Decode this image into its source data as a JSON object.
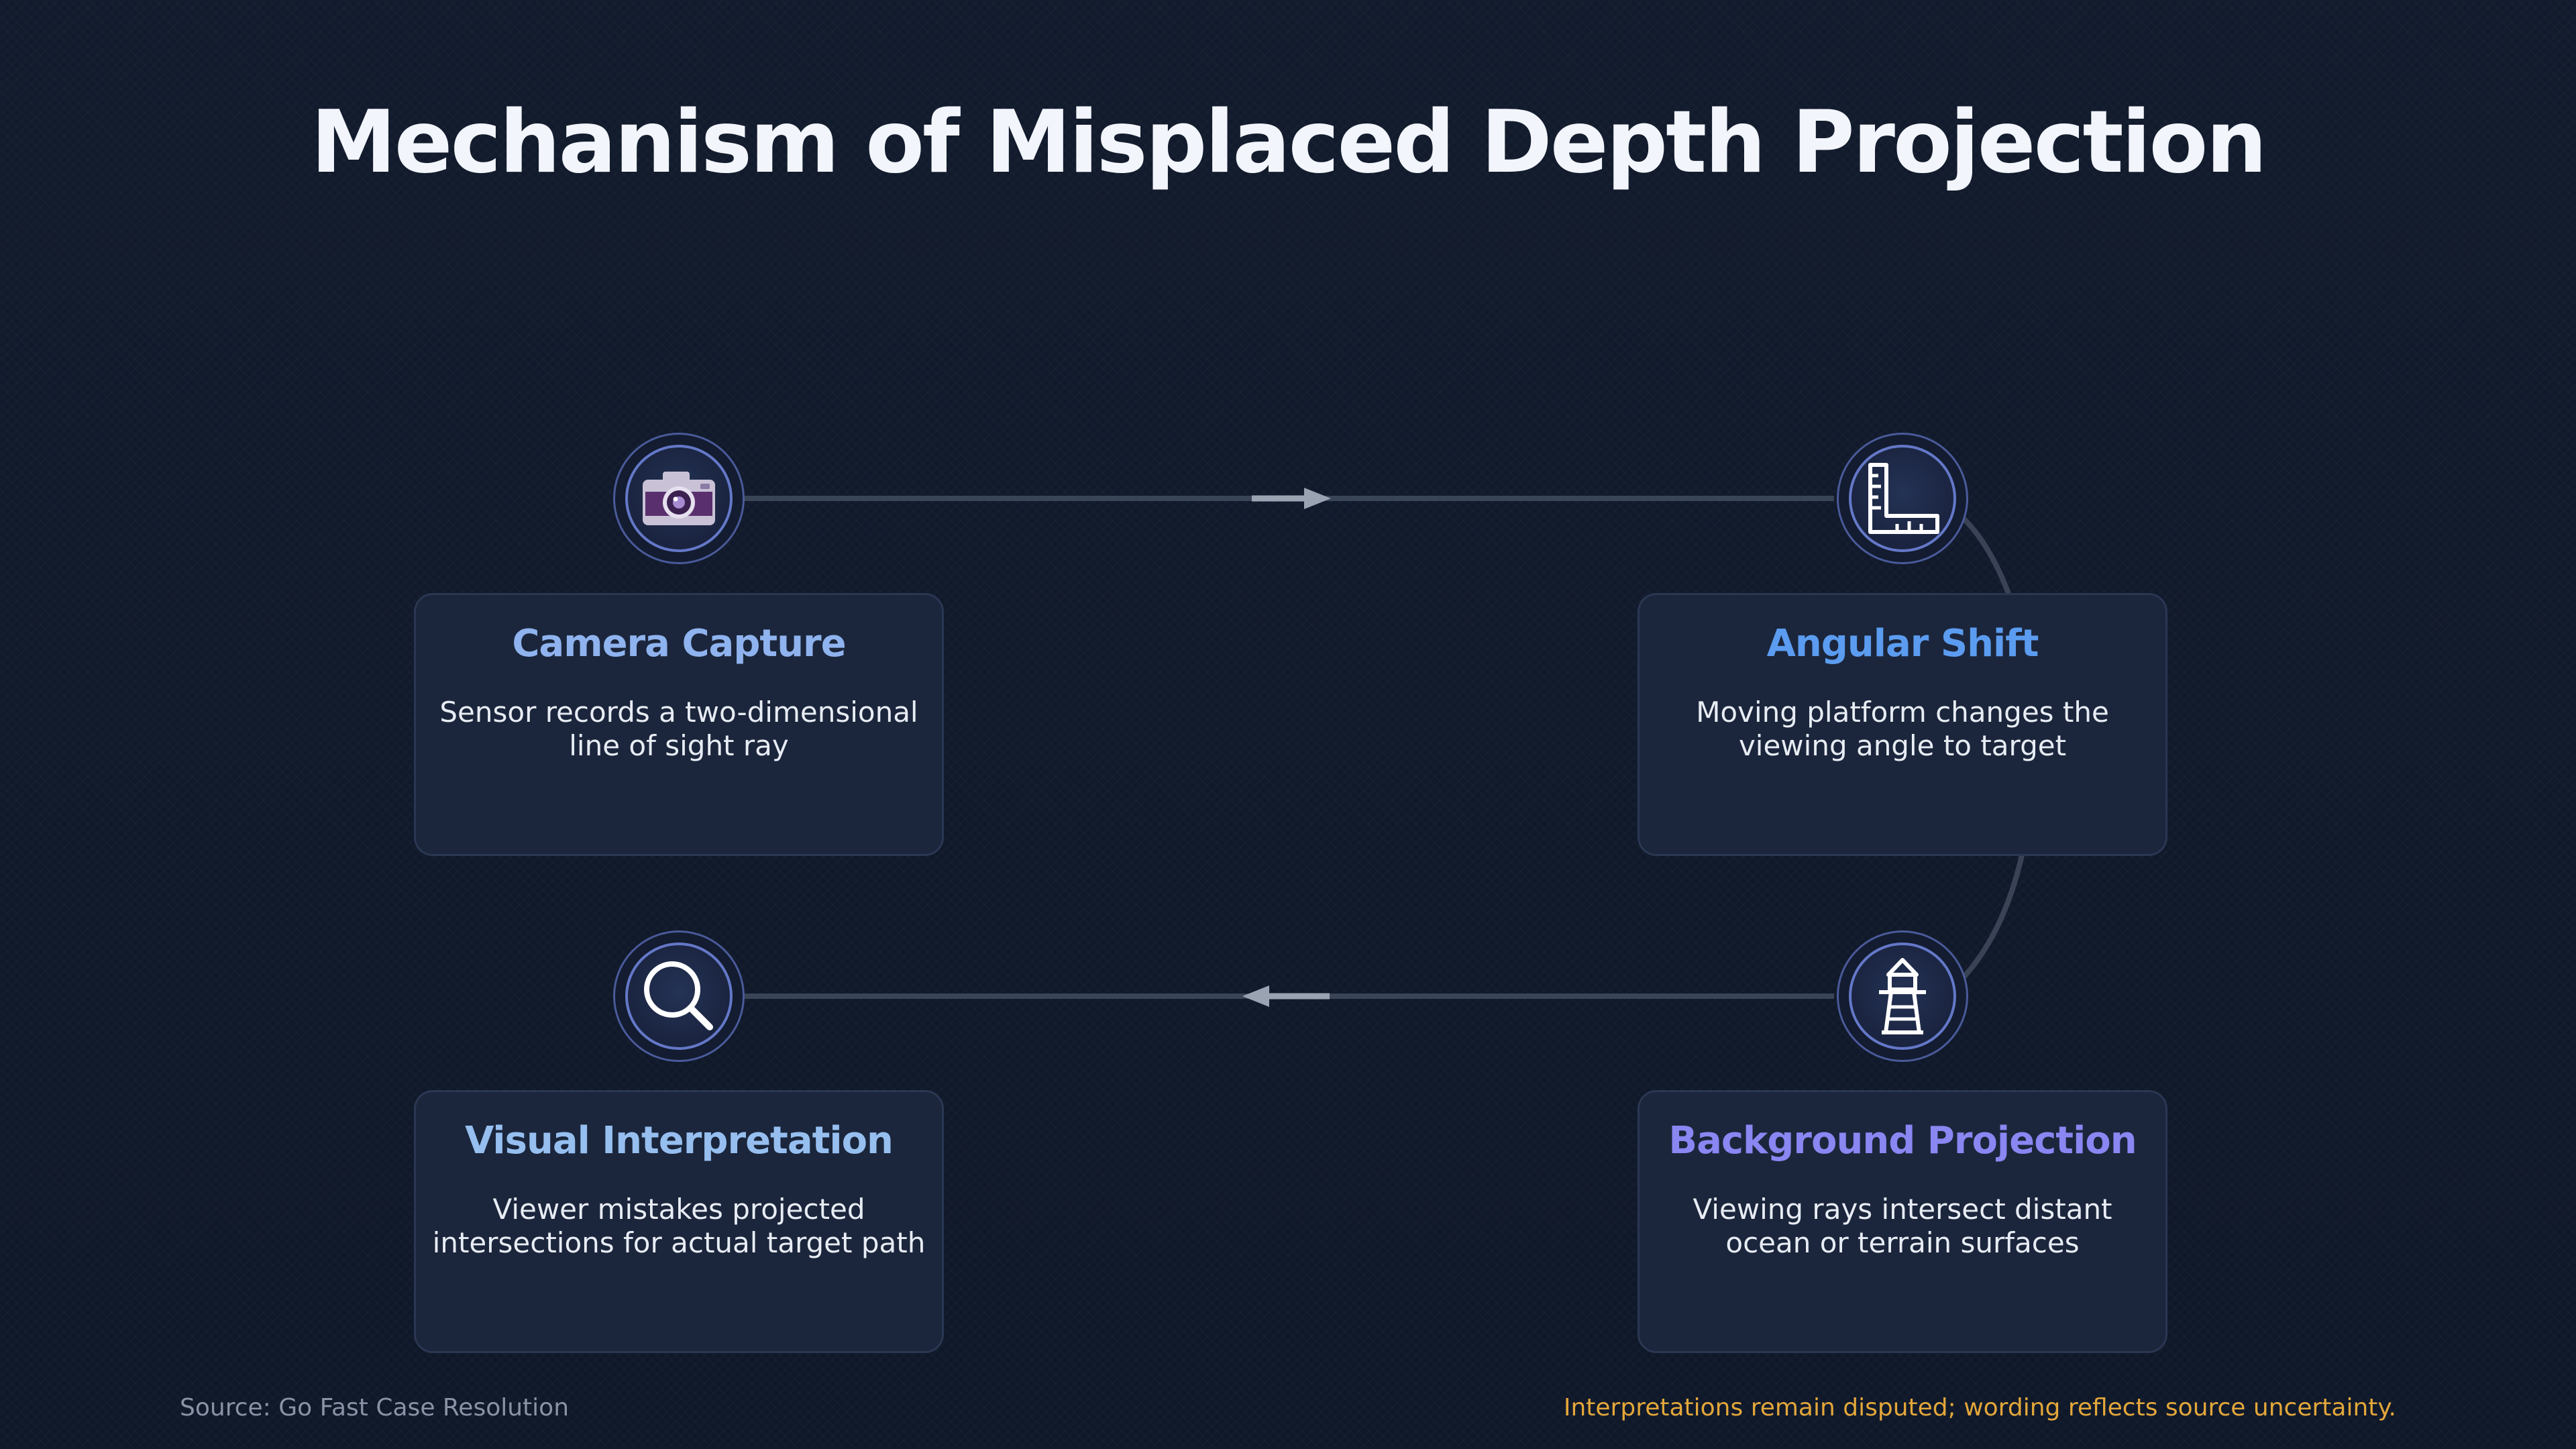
{
  "title": "Mechanism of Misplaced Depth Projection",
  "steps": [
    {
      "title": "Camera Capture",
      "description": "Sensor records a two-dimensional line of sight ray",
      "icon": "camera-icon",
      "title_color": "#8fb3ee"
    },
    {
      "title": "Angular Shift",
      "description": "Moving platform changes the viewing angle to target",
      "icon": "ruler-square-icon",
      "title_color": "#5b9cf0"
    },
    {
      "title": "Background Projection",
      "description": "Viewing rays intersect distant ocean or terrain surfaces",
      "icon": "lighthouse-icon",
      "title_color": "#8a86f2"
    },
    {
      "title": "Visual Interpretation",
      "description": "Viewer mistakes projected intersections for actual target path",
      "icon": "magnifier-icon",
      "title_color": "#96bff0"
    }
  ],
  "footer": {
    "source": "Source: Go Fast Case Resolution",
    "note": "Interpretations remain disputed; wording reflects source uncertainty."
  },
  "colors": {
    "background": "#111a2c",
    "card": "#1b263c",
    "connector": "#394457",
    "arrow": "#9aa3b2",
    "note": "#e3a73a"
  }
}
